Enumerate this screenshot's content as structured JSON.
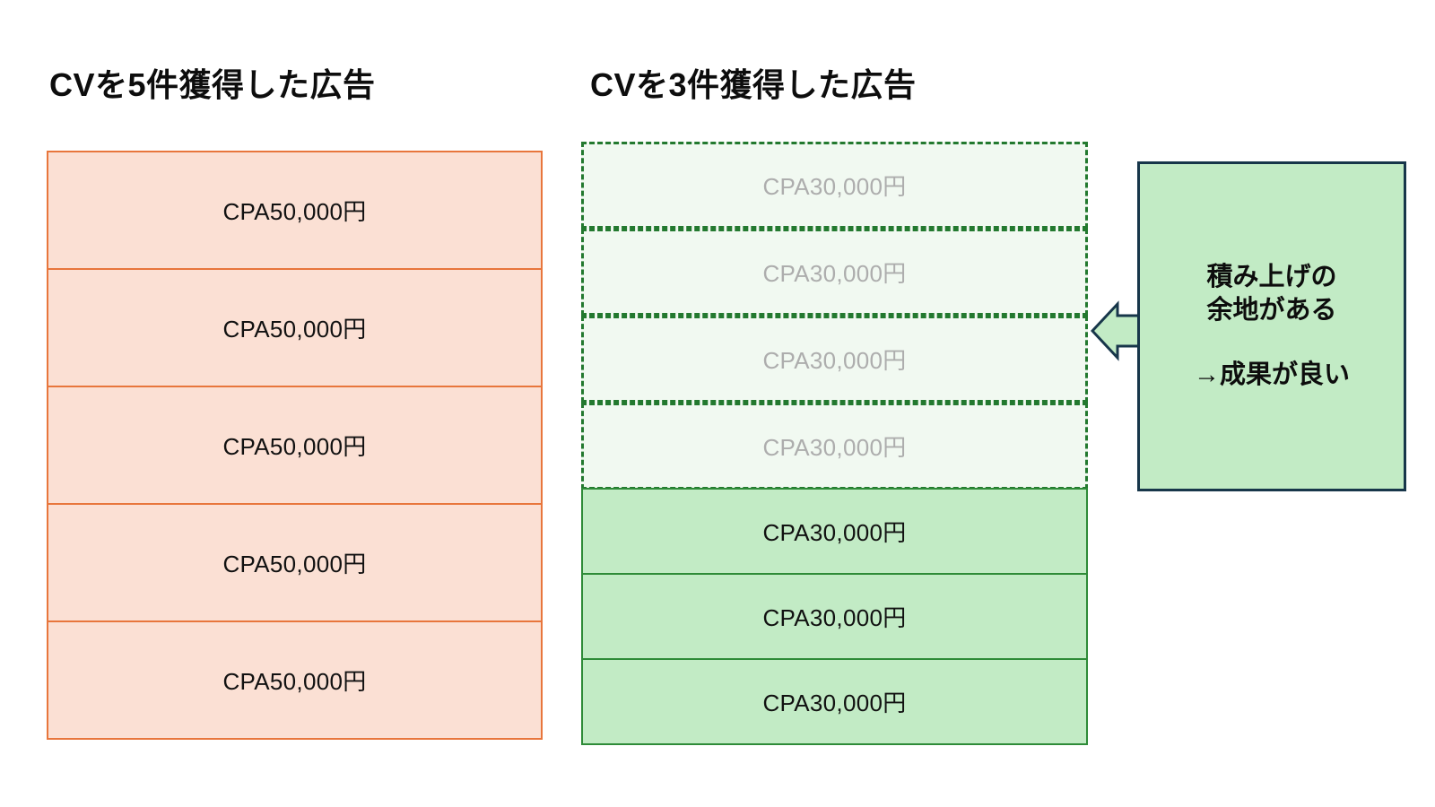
{
  "diagram": {
    "title_hidden": "CPA comparison stacked bars",
    "panels": [
      {
        "id": "left",
        "title": "CVを5件獲得した広告",
        "cells": [
          {
            "label": "CPA50,000円",
            "style": "filled"
          },
          {
            "label": "CPA50,000円",
            "style": "filled"
          },
          {
            "label": "CPA50,000円",
            "style": "filled"
          },
          {
            "label": "CPA50,000円",
            "style": "filled"
          },
          {
            "label": "CPA50,000円",
            "style": "filled"
          }
        ]
      },
      {
        "id": "right",
        "title": "CVを3件獲得した広告",
        "cells": [
          {
            "label": "CPA30,000円",
            "style": "ghost"
          },
          {
            "label": "CPA30,000円",
            "style": "ghost"
          },
          {
            "label": "CPA30,000円",
            "style": "ghost"
          },
          {
            "label": "CPA30,000円",
            "style": "ghost"
          },
          {
            "label": "CPA30,000円",
            "style": "filled"
          },
          {
            "label": "CPA30,000円",
            "style": "filled"
          },
          {
            "label": "CPA30,000円",
            "style": "filled"
          }
        ]
      }
    ],
    "callout": {
      "line1": "積み上げの",
      "line2": "余地がある",
      "line3": "→成果が良い"
    },
    "colors": {
      "orange_fill": "#FBE0D4",
      "orange_border": "#E8763C",
      "green_fill": "#C2EBC5",
      "green_border": "#2E8B38",
      "ghost_fill": "#F1F9F1",
      "ghost_border": "#23792F",
      "ghost_text": "#ADADAD",
      "callout_border": "#17364A",
      "text": "#0d0d0d"
    }
  }
}
